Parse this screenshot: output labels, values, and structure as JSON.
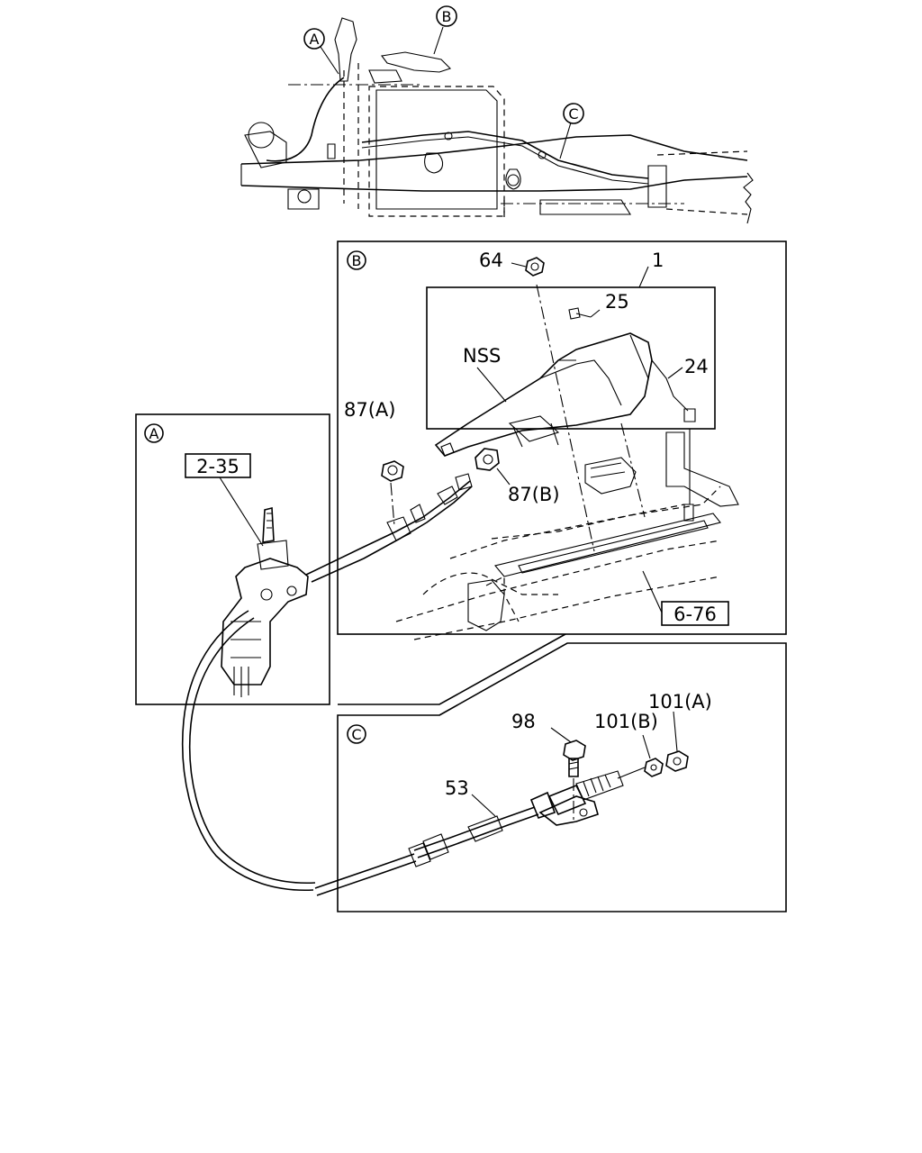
{
  "overview": {
    "callouts": [
      "A",
      "B",
      "C"
    ]
  },
  "panels": {
    "A": {
      "tag": "A",
      "refs": [
        "2-35"
      ]
    },
    "B": {
      "tag": "B",
      "parts": [
        "64",
        "1",
        "25",
        "24",
        "NSS",
        "87(A)",
        "87(B)"
      ],
      "refs": [
        "6-76"
      ]
    },
    "C": {
      "tag": "C",
      "parts": [
        "98",
        "101(B)",
        "101(A)",
        "53"
      ]
    }
  }
}
